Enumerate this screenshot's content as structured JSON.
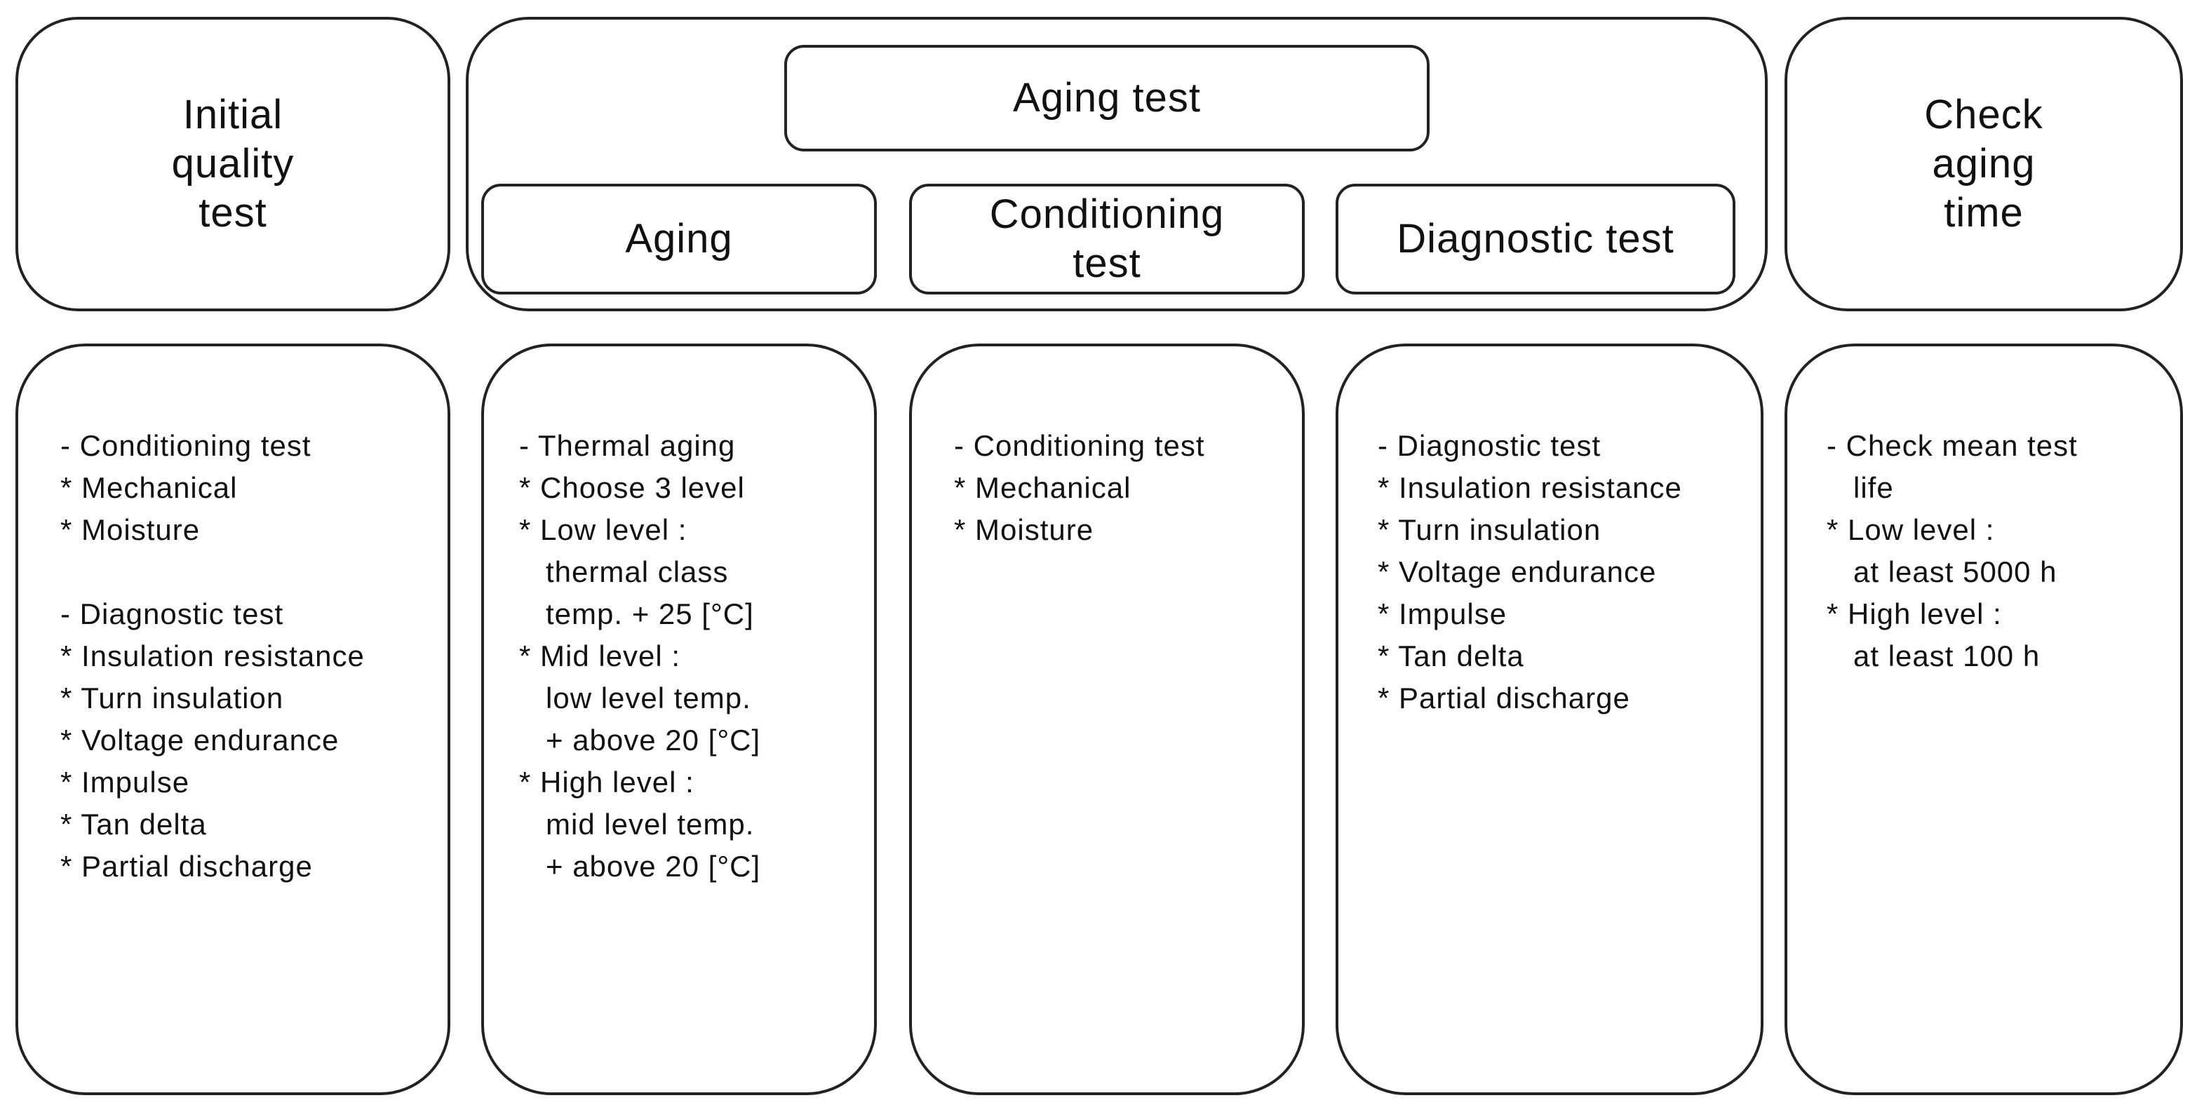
{
  "headers": {
    "initial": "Initial\nquality\ntest",
    "aging_group": "Aging test",
    "aging": "Aging",
    "conditioning": "Conditioning\ntest",
    "diagnostic": "Diagnostic test",
    "check": "Check\naging\ntime"
  },
  "columns": {
    "initial": [
      "- Conditioning test",
      "* Mechanical",
      "* Moisture",
      "",
      "- Diagnostic test",
      "* Insulation resistance",
      "* Turn insulation",
      "* Voltage endurance",
      "* Impulse",
      "* Tan delta",
      "* Partial discharge"
    ],
    "aging": [
      "- Thermal aging",
      "* Choose 3 level",
      "* Low level :",
      "thermal class",
      "temp. + 25 [°C]",
      "* Mid level :",
      "low level temp.",
      "+ above 20 [°C]",
      "* High level :",
      "mid level temp.",
      "+ above 20 [°C]"
    ],
    "conditioning": [
      "- Conditioning test",
      "* Mechanical",
      "* Moisture"
    ],
    "diagnostic": [
      "- Diagnostic test",
      "* Insulation resistance",
      "* Turn insulation",
      "* Voltage endurance",
      "* Impulse",
      "* Tan delta",
      "* Partial discharge"
    ],
    "check": [
      "- Check mean test",
      "life",
      "* Low level :",
      "at least 5000 h",
      "* High level :",
      "at least 100 h"
    ]
  }
}
